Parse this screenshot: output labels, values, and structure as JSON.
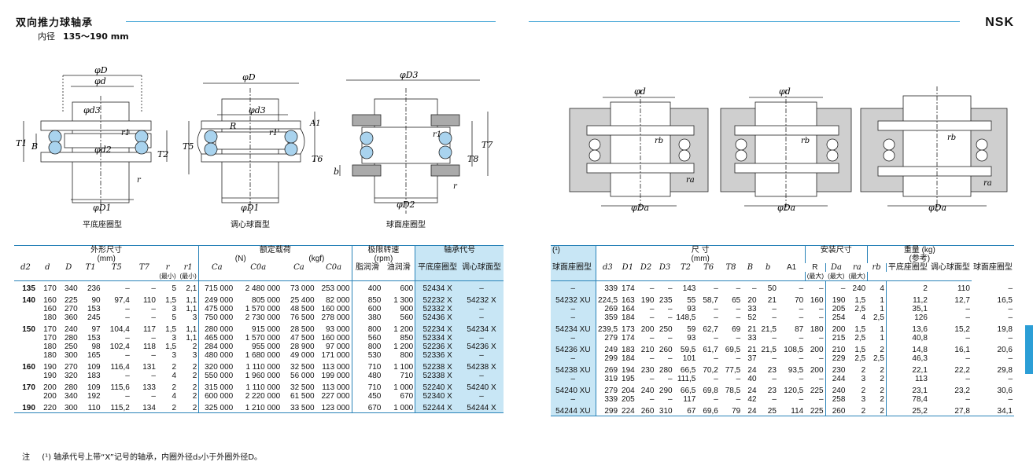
{
  "header": {
    "title": "双向推力球轴承",
    "subtitle_label": "内径",
    "subtitle_range": "135～190 mm",
    "brand": "NSK"
  },
  "diagrams": {
    "left_captions": [
      "平底座圈型",
      "调心球面型",
      "球面座圈型"
    ],
    "labels": {
      "phiD": "φD",
      "phid": "φd",
      "phid3": "φd3",
      "phid2": "φd2",
      "phiD1": "φD1",
      "phiD3": "φD3",
      "phiD2": "φD2",
      "phiDa": "φDa",
      "T1": "T1",
      "B": "B",
      "T2": "T2",
      "T5": "T5",
      "T6": "T6",
      "T7": "T7",
      "T8": "T8",
      "r": "r",
      "r1": "r1",
      "R": "R",
      "A1": "A1",
      "b": "b",
      "ra": "ra",
      "rb": "rb"
    }
  },
  "left_table": {
    "group_headers": {
      "dims": "外形尺寸",
      "dims_unit": "(mm)",
      "load": "额定载荷",
      "load_unit_n": "(N)",
      "load_unit_kgf": "(kgf)",
      "speed": "极限转速",
      "speed_unit": "(rpm)",
      "code": "轴承代号"
    },
    "columns": [
      "d2",
      "d",
      "D",
      "T1",
      "T5",
      "T7",
      "r",
      "r1",
      "Ca",
      "C0a",
      "Ca",
      "C0a",
      "脂润滑",
      "油润滑",
      "平底座圈型",
      "调心球面型"
    ],
    "min_note": "(最小)",
    "rows": [
      [
        "135",
        "170",
        "340",
        "236",
        "–",
        "–",
        "5",
        "2,1",
        "715 000",
        "2 480 000",
        "73 000",
        "253 000",
        "400",
        "600",
        "52434 X",
        "–"
      ],
      [
        "140",
        "160",
        "225",
        "90",
        "97,4",
        "110",
        "1,5",
        "1,1",
        "249 000",
        "805 000",
        "25 400",
        "82 000",
        "850",
        "1 300",
        "52232 X",
        "54232 X"
      ],
      [
        "",
        "160",
        "270",
        "153",
        "–",
        "–",
        "3",
        "1,1",
        "475 000",
        "1 570 000",
        "48 500",
        "160 000",
        "600",
        "900",
        "52332 X",
        "–"
      ],
      [
        "",
        "180",
        "360",
        "245",
        "–",
        "–",
        "5",
        "3",
        "750 000",
        "2 730 000",
        "76 500",
        "278 000",
        "380",
        "560",
        "52436 X",
        "–"
      ],
      [
        "150",
        "170",
        "240",
        "97",
        "104,4",
        "117",
        "1,5",
        "1,1",
        "280 000",
        "915 000",
        "28 500",
        "93 000",
        "800",
        "1 200",
        "52234 X",
        "54234 X"
      ],
      [
        "",
        "170",
        "280",
        "153",
        "–",
        "–",
        "3",
        "1,1",
        "465 000",
        "1 570 000",
        "47 500",
        "160 000",
        "560",
        "850",
        "52334 X",
        "–"
      ],
      [
        "",
        "180",
        "250",
        "98",
        "102,4",
        "118",
        "1,5",
        "2",
        "284 000",
        "955 000",
        "28 900",
        "97 000",
        "800",
        "1 200",
        "52236 X",
        "54236 X"
      ],
      [
        "",
        "180",
        "300",
        "165",
        "–",
        "–",
        "3",
        "3",
        "480 000",
        "1 680 000",
        "49 000",
        "171 000",
        "530",
        "800",
        "52336 X",
        "–"
      ],
      [
        "160",
        "190",
        "270",
        "109",
        "116,4",
        "131",
        "2",
        "2",
        "320 000",
        "1 110 000",
        "32 500",
        "113 000",
        "710",
        "1 100",
        "52238 X",
        "54238 X"
      ],
      [
        "",
        "190",
        "320",
        "183",
        "–",
        "–",
        "4",
        "2",
        "550 000",
        "1 960 000",
        "56 000",
        "199 000",
        "480",
        "710",
        "52338 X",
        "–"
      ],
      [
        "170",
        "200",
        "280",
        "109",
        "115,6",
        "133",
        "2",
        "2",
        "315 000",
        "1 110 000",
        "32 500",
        "113 000",
        "710",
        "1 000",
        "52240 X",
        "54240 X"
      ],
      [
        "",
        "200",
        "340",
        "192",
        "–",
        "–",
        "4",
        "2",
        "600 000",
        "2 220 000",
        "61 500",
        "227 000",
        "450",
        "670",
        "52340 X",
        "–"
      ],
      [
        "190",
        "220",
        "300",
        "110",
        "115,2",
        "134",
        "2",
        "2",
        "325 000",
        "1 210 000",
        "33 500",
        "123 000",
        "670",
        "1 000",
        "52244 X",
        "54244 X"
      ]
    ],
    "note_label": "注",
    "note_text": "(¹) 轴承代号上带“X”记号的轴承，内圈外径d₃小于外圈外径D。"
  },
  "right_table": {
    "group_headers": {
      "note_ref": "(¹)",
      "spherical": "球面座圈型",
      "dims": "尺      寸",
      "dims_unit": "(mm)",
      "mount": "安装尺寸",
      "weight": "重量 (kg)",
      "weight_note": "(参考)"
    },
    "columns": [
      "d3",
      "D1",
      "D2",
      "D3",
      "T2",
      "T6",
      "T8",
      "B",
      "b",
      "A1",
      "R",
      "Da",
      "ra",
      "rb",
      "平底座圈型",
      "调心球面型",
      "球面座圈型"
    ],
    "max_note": "(最大)",
    "rows": [
      [
        "–",
        "339",
        "174",
        "–",
        "–",
        "143",
        "–",
        "–",
        "–",
        "50",
        "–",
        "–",
        "–",
        "240",
        "4",
        "2",
        "110",
        "–",
        "–"
      ],
      [
        "54232 XU",
        "224,5",
        "163",
        "190",
        "235",
        "55",
        "58,7",
        "65",
        "20",
        "21",
        "70",
        "160",
        "190",
        "1,5",
        "1",
        "11,2",
        "12,7",
        "16,5"
      ],
      [
        "–",
        "269",
        "164",
        "–",
        "–",
        "93",
        "–",
        "–",
        "33",
        "–",
        "–",
        "–",
        "205",
        "2,5",
        "1",
        "35,1",
        "–",
        "–"
      ],
      [
        "–",
        "359",
        "184",
        "–",
        "–",
        "148,5",
        "–",
        "–",
        "52",
        "–",
        "–",
        "–",
        "254",
        "4",
        "2,5",
        "126",
        "–",
        "–"
      ],
      [
        "54234 XU",
        "239,5",
        "173",
        "200",
        "250",
        "59",
        "62,7",
        "69",
        "21",
        "21,5",
        "87",
        "180",
        "200",
        "1,5",
        "1",
        "13,6",
        "15,2",
        "19,8"
      ],
      [
        "–",
        "279",
        "174",
        "–",
        "–",
        "93",
        "–",
        "–",
        "33",
        "–",
        "–",
        "–",
        "215",
        "2,5",
        "1",
        "40,8",
        "–",
        "–"
      ],
      [
        "54236 XU",
        "249",
        "183",
        "210",
        "260",
        "59,5",
        "61,7",
        "69,5",
        "21",
        "21,5",
        "108,5",
        "200",
        "210",
        "1,5",
        "2",
        "14,8",
        "16,1",
        "20,6"
      ],
      [
        "–",
        "299",
        "184",
        "–",
        "–",
        "101",
        "–",
        "–",
        "37",
        "–",
        "–",
        "–",
        "229",
        "2,5",
        "2,5",
        "46,3",
        "–",
        "–"
      ],
      [
        "54238 XU",
        "269",
        "194",
        "230",
        "280",
        "66,5",
        "70,2",
        "77,5",
        "24",
        "23",
        "93,5",
        "200",
        "230",
        "2",
        "2",
        "22,1",
        "22,2",
        "29,8"
      ],
      [
        "–",
        "319",
        "195",
        "–",
        "–",
        "111,5",
        "–",
        "–",
        "40",
        "–",
        "–",
        "–",
        "244",
        "3",
        "2",
        "113",
        "–",
        "–"
      ],
      [
        "54240 XU",
        "279",
        "204",
        "240",
        "290",
        "66,5",
        "69,8",
        "78,5",
        "24",
        "23",
        "120,5",
        "225",
        "240",
        "2",
        "2",
        "23,1",
        "23,2",
        "30,6"
      ],
      [
        "–",
        "339",
        "205",
        "–",
        "–",
        "117",
        "–",
        "–",
        "42",
        "–",
        "–",
        "–",
        "258",
        "3",
        "2",
        "78,4",
        "–",
        "–"
      ],
      [
        "54244 XU",
        "299",
        "224",
        "260",
        "310",
        "67",
        "69,6",
        "79",
        "24",
        "25",
        "114",
        "225",
        "260",
        "2",
        "2",
        "25,2",
        "27,8",
        "34,1"
      ]
    ]
  },
  "colors": {
    "accent": "#2a83b8",
    "highlight": "#c8e6f5",
    "ball": "#a9d3ee",
    "tab": "#2b9ed6"
  }
}
